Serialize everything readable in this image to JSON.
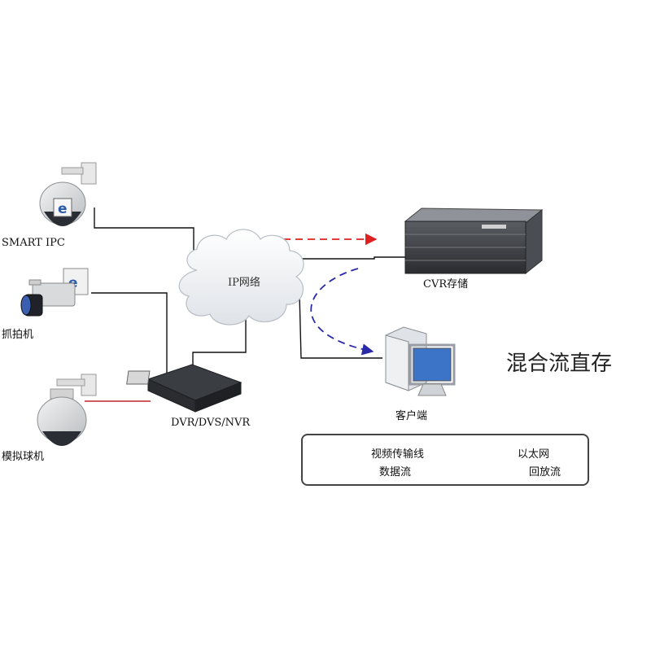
{
  "title": "混合流直存",
  "devices": {
    "smart_ipc": "SMART IPC",
    "capture_camera": "抓拍机",
    "analog_dome": "模拟球机",
    "dvr": "DVR/DVS/NVR",
    "network": "IP网络",
    "cvr": "CVR存储",
    "client": "客户端"
  },
  "legend": {
    "video_line": "视频传输线",
    "ethernet": "以太网",
    "data_flow": "数据流",
    "playback_flow": "回放流"
  },
  "colors": {
    "video_line": "#c0262b",
    "ethernet": "#111111",
    "data_flow": "#e02020",
    "playback_flow": "#2a2aa8"
  }
}
